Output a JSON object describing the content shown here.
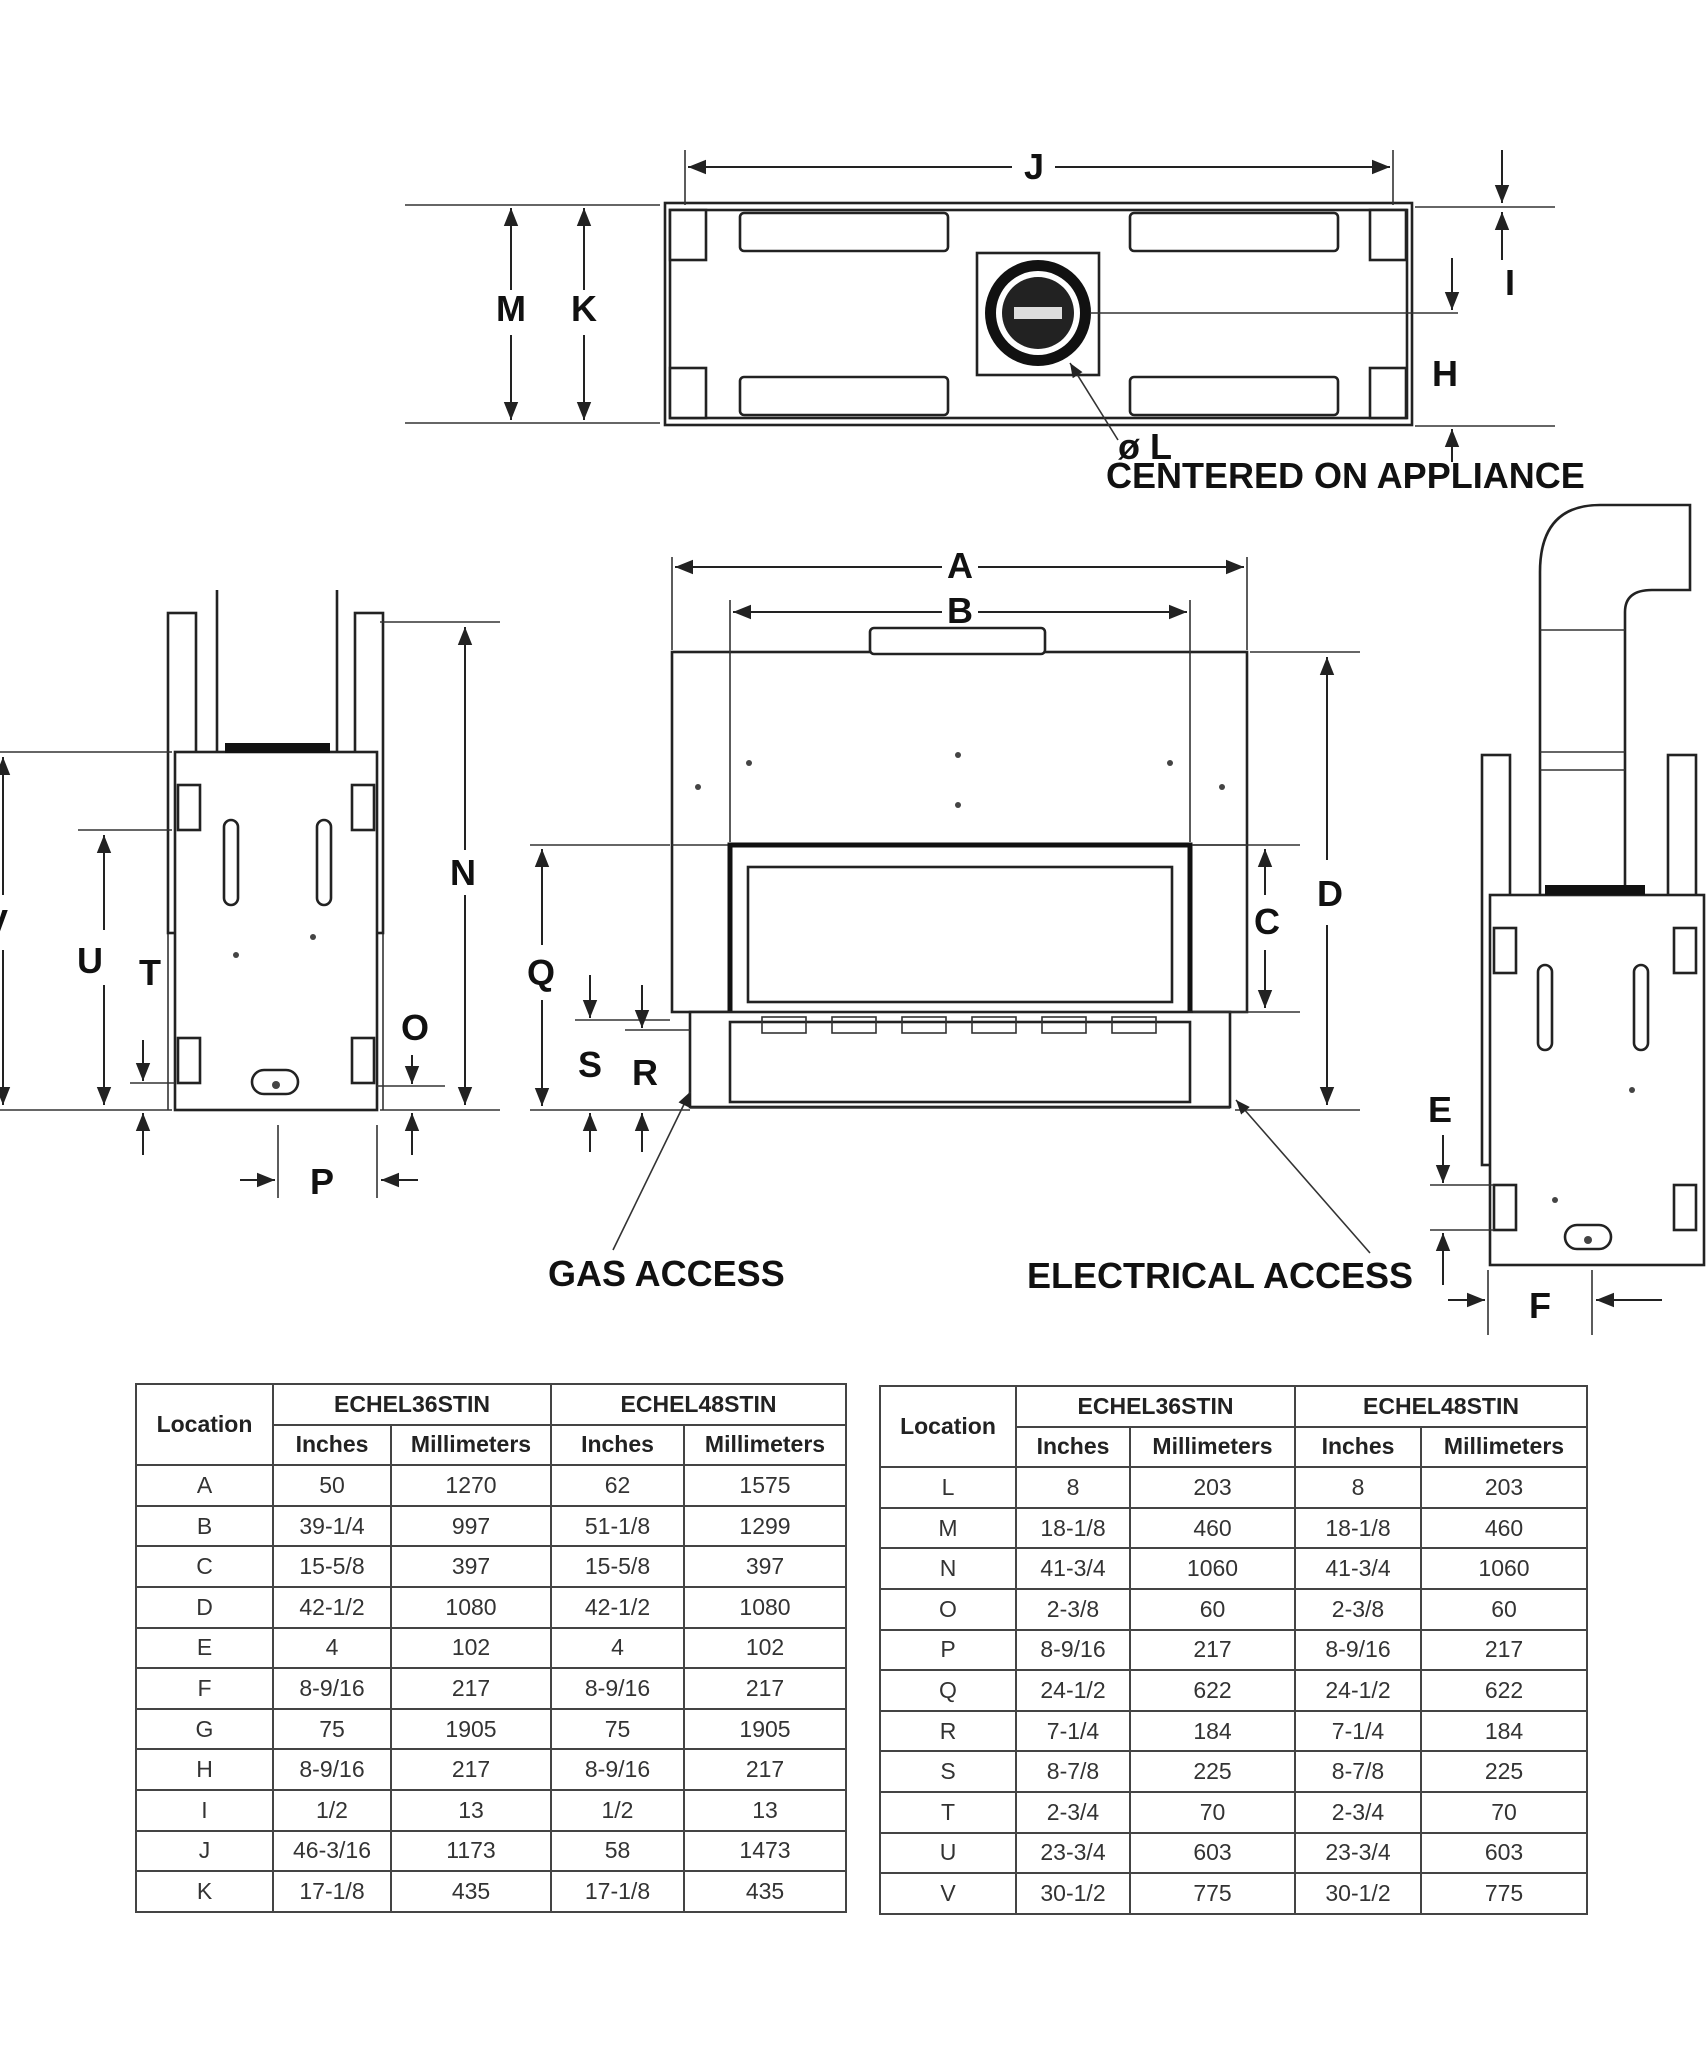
{
  "callouts": {
    "J": "J",
    "M": "M",
    "K": "K",
    "I": "I",
    "H": "H",
    "L": "ø L",
    "centered": "CENTERED ON APPLIANCE",
    "A": "A",
    "B": "B",
    "C": "C",
    "D": "D",
    "N": "N",
    "U": "U",
    "T": "T",
    "O": "O",
    "P": "P",
    "V": "V",
    "Q": "Q",
    "S": "S",
    "R": "R",
    "E": "E",
    "F": "F",
    "gas_access": "GAS ACCESS",
    "electrical_access": "ELECTRICAL ACCESS"
  },
  "tables": [
    {
      "location_header": "Location",
      "models": [
        "ECHEL36STIN",
        "ECHEL48STIN"
      ],
      "unit_headers": [
        "Inches",
        "Millimeters",
        "Inches",
        "Millimeters"
      ],
      "rows": [
        [
          "A",
          "50",
          "1270",
          "62",
          "1575"
        ],
        [
          "B",
          "39-1/4",
          "997",
          "51-1/8",
          "1299"
        ],
        [
          "C",
          "15-5/8",
          "397",
          "15-5/8",
          "397"
        ],
        [
          "D",
          "42-1/2",
          "1080",
          "42-1/2",
          "1080"
        ],
        [
          "E",
          "4",
          "102",
          "4",
          "102"
        ],
        [
          "F",
          "8-9/16",
          "217",
          "8-9/16",
          "217"
        ],
        [
          "G",
          "75",
          "1905",
          "75",
          "1905"
        ],
        [
          "H",
          "8-9/16",
          "217",
          "8-9/16",
          "217"
        ],
        [
          "I",
          "1/2",
          "13",
          "1/2",
          "13"
        ],
        [
          "J",
          "46-3/16",
          "1173",
          "58",
          "1473"
        ],
        [
          "K",
          "17-1/8",
          "435",
          "17-1/8",
          "435"
        ]
      ]
    },
    {
      "location_header": "Location",
      "models": [
        "ECHEL36STIN",
        "ECHEL48STIN"
      ],
      "unit_headers": [
        "Inches",
        "Millimeters",
        "Inches",
        "Millimeters"
      ],
      "rows": [
        [
          "L",
          "8",
          "203",
          "8",
          "203"
        ],
        [
          "M",
          "18-1/8",
          "460",
          "18-1/8",
          "460"
        ],
        [
          "N",
          "41-3/4",
          "1060",
          "41-3/4",
          "1060"
        ],
        [
          "O",
          "2-3/8",
          "60",
          "2-3/8",
          "60"
        ],
        [
          "P",
          "8-9/16",
          "217",
          "8-9/16",
          "217"
        ],
        [
          "Q",
          "24-1/2",
          "622",
          "24-1/2",
          "622"
        ],
        [
          "R",
          "7-1/4",
          "184",
          "7-1/4",
          "184"
        ],
        [
          "S",
          "8-7/8",
          "225",
          "8-7/8",
          "225"
        ],
        [
          "T",
          "2-3/4",
          "70",
          "2-3/4",
          "70"
        ],
        [
          "U",
          "23-3/4",
          "603",
          "23-3/4",
          "603"
        ],
        [
          "V",
          "30-1/2",
          "775",
          "30-1/2",
          "775"
        ]
      ]
    }
  ]
}
